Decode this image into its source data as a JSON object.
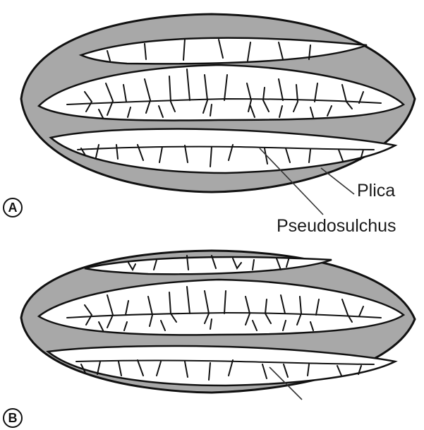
{
  "panels": [
    {
      "label": "A",
      "callouts": [
        "Plica",
        "Pseudosulchus"
      ]
    },
    {
      "label": "B",
      "callouts": []
    }
  ],
  "colors": {
    "outline": "#111111",
    "plica_fill": "#a8a8a8",
    "background": "#ffffff"
  },
  "icons": [
    "circled-letter-badge"
  ]
}
